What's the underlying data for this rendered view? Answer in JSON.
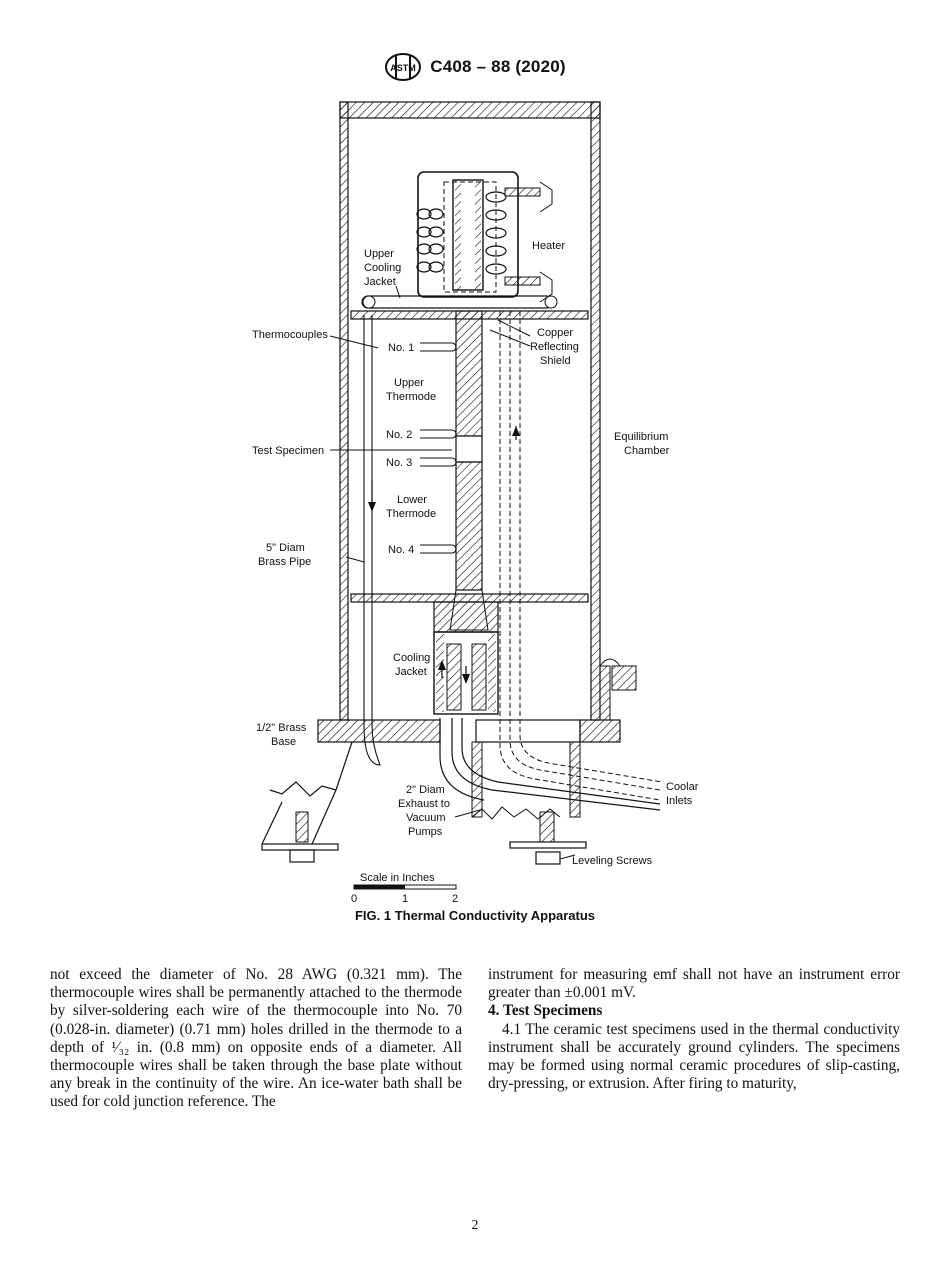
{
  "header": {
    "logo_text": "ASTM",
    "doc_id": "C408 – 88 (2020)"
  },
  "figure": {
    "labels": {
      "heater": "Heater",
      "upper_cooling_1": "Upper",
      "upper_cooling_2": "Cooling",
      "upper_cooling_3": "Jacket",
      "thermocouples": "Thermocouples",
      "no1": "No. 1",
      "copper_1": "Copper",
      "copper_2": "Reflecting",
      "copper_3": "Shield",
      "upper_thermode_1": "Upper",
      "upper_thermode_2": "Thermode",
      "no2": "No. 2",
      "test_specimen": "Test Specimen",
      "no3": "No. 3",
      "equilibrium_1": "Equilibrium",
      "equilibrium_2": "Chamber",
      "lower_thermode_1": "Lower",
      "lower_thermode_2": "Thermode",
      "pipe_1": "5\" Diam",
      "pipe_2": "Brass Pipe",
      "no4": "No. 4",
      "cooling_jacket_1": "Cooling",
      "cooling_jacket_2": "Jacket",
      "base_1": "1/2\" Brass",
      "base_2": "Base",
      "coolant_1": "Coolar",
      "coolant_2": "Inlets",
      "exhaust_1": "2\" Diam",
      "exhaust_2": "Exhaust to",
      "exhaust_3": "Vacuum",
      "exhaust_4": "Pumps",
      "leveling": "Leveling Screws",
      "scale_title": "Scale in Inches",
      "scale_0": "0",
      "scale_1": "1",
      "scale_2": "2"
    },
    "caption": "FIG. 1 Thermal Conductivity Apparatus"
  },
  "body": {
    "left_column": "not exceed the diameter of No. 28 AWG (0.321 mm). The thermocouple wires shall be permanently attached to the thermode by silver-soldering each wire of the thermocouple into No. 70 (0.028-in. diameter) (0.71 mm) holes drilled in the thermode to a depth of ¹⁄₃₂ in. (0.8 mm) on opposite ends of a diameter. All thermocouple wires shall be taken through the base plate without any break in the continuity of the wire. An ice-water bath shall be used for cold junction reference. The",
    "right_column_top": "instrument for measuring emf shall not have an instrument error greater than ±0.001 mV.",
    "section_heading": "4. Test Specimens",
    "section_paragraph": "4.1 The ceramic test specimens used in the thermal conductivity instrument shall be accurately ground cylinders. The specimens may be formed using normal ceramic procedures of slip-casting, dry-pressing, or extrusion. After firing to maturity,"
  },
  "footer": {
    "page_number": "2"
  }
}
